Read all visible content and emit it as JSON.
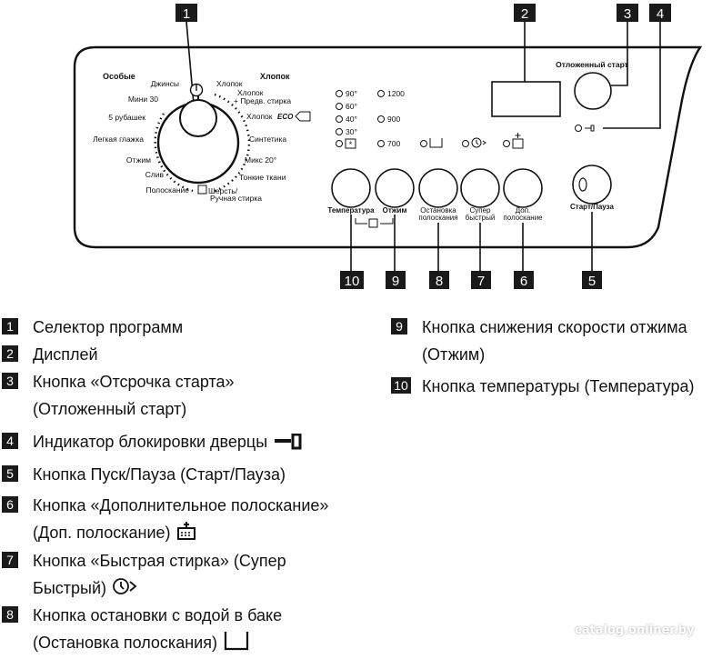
{
  "panel": {
    "group_special": "Особые",
    "group_cotton": "Хлопок",
    "dial_programs": {
      "jeans": "Джинсы",
      "mini30": "Мини 30",
      "shirts5": "5 рубашек",
      "easy_iron": "Легкая глажка",
      "spin": "Отжим",
      "drain": "Слив",
      "rinse": "Полоскание",
      "wool_1": "Шерсть/",
      "wool_2": "Ручная стирка",
      "cotton": "Хлопок",
      "prewash_1": "Хлопок",
      "prewash_2": "+ Предв. стирка",
      "cotton_eco": "Хлопок",
      "eco": "ECO",
      "synthetics": "Синтетика",
      "mix20": "Микс 20°",
      "delicates": "Тонкие ткани"
    },
    "temperatures": [
      "90°",
      "60°",
      "40°",
      "30°"
    ],
    "spin_speeds": [
      "1200",
      "900",
      "700"
    ],
    "delay_start_label": "Отложенный старт",
    "buttons": {
      "temperature": "Температура",
      "spin": "Отжим",
      "rinse_hold_1": "Остановка",
      "rinse_hold_2": "полоскания",
      "super_quick_1": "Супер",
      "super_quick_2": "быстрый",
      "extra_rinse_1": "Доп.",
      "extra_rinse_2": "полоскание",
      "start_pause": "Старт/Пауза"
    },
    "callouts": [
      "1",
      "2",
      "3",
      "4",
      "5",
      "6",
      "7",
      "8",
      "9",
      "10"
    ]
  },
  "legend": {
    "left": [
      {
        "num": "1",
        "lines": [
          "Селектор программ"
        ],
        "icon": ""
      },
      {
        "num": "2",
        "lines": [
          "Дисплей"
        ],
        "icon": ""
      },
      {
        "num": "3",
        "lines": [
          "Кнопка «Отсрочка старта»",
          "(Отложенный старт)"
        ],
        "icon": ""
      },
      {
        "num": "4",
        "lines": [
          "Индикатор блокировки дверцы"
        ],
        "icon": "door-lock-icon"
      },
      {
        "num": "5",
        "lines": [
          "Кнопка Пуск/Пауза (Старт/Пауза)"
        ],
        "icon": ""
      },
      {
        "num": "6",
        "lines": [
          "Кнопка «Дополнительное полоскание»",
          "(Доп. полоскание)"
        ],
        "icon": "extra-rinse-icon"
      },
      {
        "num": "7",
        "lines": [
          "Кнопка «Быстрая стирка» (Супер",
          "Быстрый)"
        ],
        "icon": "quick-wash-icon"
      },
      {
        "num": "8",
        "lines": [
          "Кнопка остановки с водой в баке",
          "(Остановка полоскания)"
        ],
        "icon": "rinse-hold-icon"
      }
    ],
    "right": [
      {
        "num": "9",
        "lines": [
          "Кнопка снижения скорости отжима",
          "(Отжим)"
        ],
        "icon": ""
      },
      {
        "num": "10",
        "lines": [
          "Кнопка температуры (Температура)"
        ],
        "icon": ""
      }
    ]
  },
  "watermark": "catalog.onliner.by"
}
